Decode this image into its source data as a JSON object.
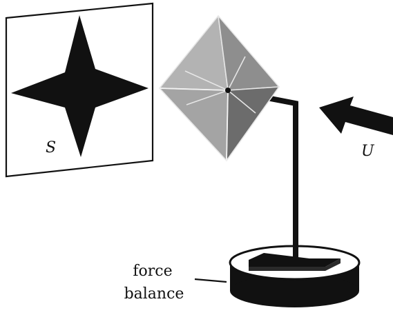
{
  "labels": {
    "area": "S",
    "flow": "U",
    "balance_line1": "force",
    "balance_line2": "balance"
  },
  "colors": {
    "ink": "#111111",
    "face_light": "#b0b0b0",
    "face_mid": "#8f8f8f",
    "face_dark": "#6a6a6a",
    "face_edge": "#e6e6e6",
    "panel_fill": "#ffffff"
  }
}
